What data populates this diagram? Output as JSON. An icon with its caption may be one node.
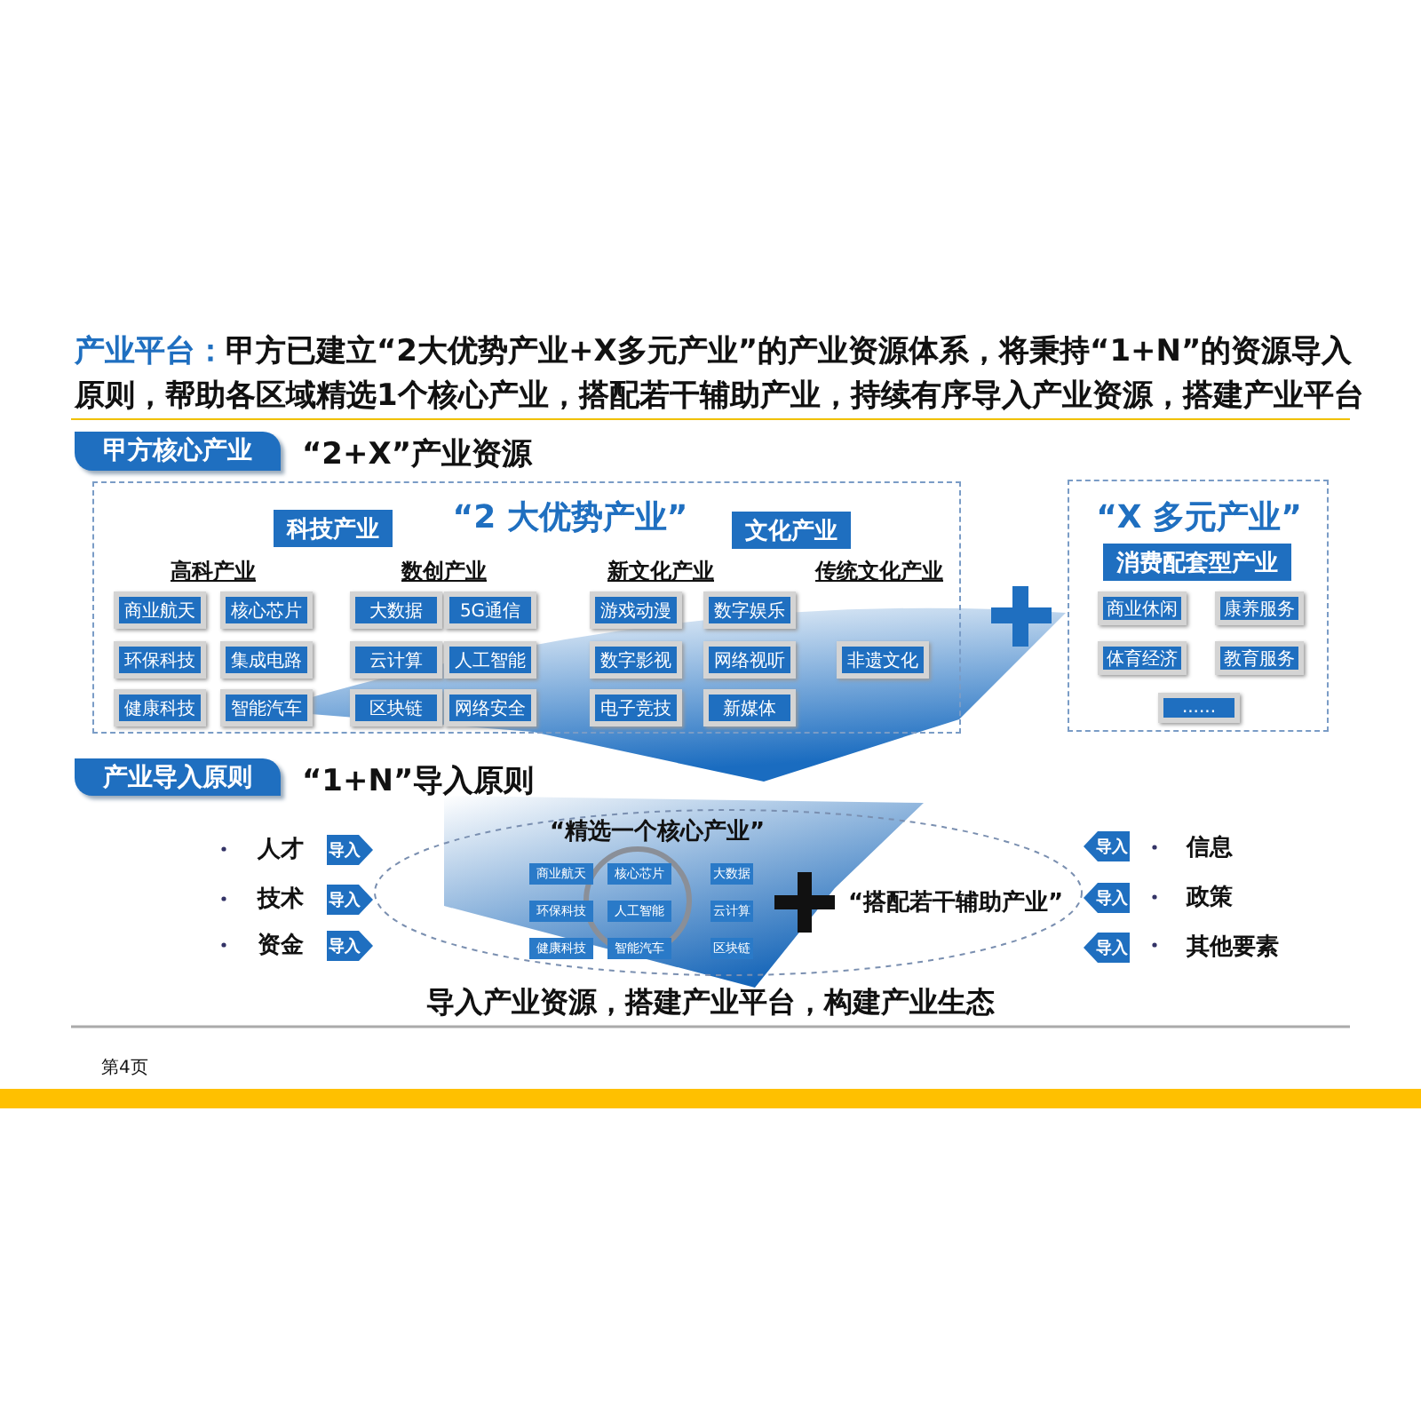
{
  "diagram": {
    "nodes": [
      {
        "text": [
          "甲方核心产业"
        ]
      },
      {
        "text": [
          "“2 大优势产业”"
        ]
      },
      {
        "text": [
          "科技产业"
        ],
        "in": 1
      },
      {
        "text": [
          "文化产业"
        ],
        "in": 1
      },
      {
        "text": [
          "商业航天"
        ],
        "in": 1
      },
      {
        "text": [
          "核心芯片"
        ],
        "in": 1
      },
      {
        "text": [
          "环保科技"
        ],
        "in": 1
      },
      {
        "text": [
          "集成电路"
        ],
        "in": 1
      },
      {
        "text": [
          "健康科技"
        ],
        "in": 1
      },
      {
        "text": [
          "智能汽车"
        ],
        "in": 1
      },
      {
        "text": [
          "大数据"
        ],
        "in": 1
      },
      {
        "text": [
          "5G通信"
        ],
        "in": 1
      },
      {
        "text": [
          "云计算"
        ],
        "in": 1
      },
      {
        "text": [
          "人工智能"
        ],
        "in": 1
      },
      {
        "text": [
          "区块链"
        ],
        "in": 1
      },
      {
        "text": [
          "网络安全"
        ],
        "in": 1
      },
      {
        "text": [
          "游戏动漫"
        ],
        "in": 1
      },
      {
        "text": [
          "数字娱乐"
        ],
        "in": 1
      },
      {
        "text": [
          "数字影视"
        ],
        "in": 1
      },
      {
        "text": [
          "网络视听"
        ],
        "in": 1
      },
      {
        "text": [
          "电子竞技"
        ],
        "in": 1
      },
      {
        "text": [
          "新媒体"
        ],
        "in": 1
      },
      {
        "text": [
          "非遗文化"
        ],
        "in": 1
      },
      {
        "text": [
          "“X 多元产业”"
        ]
      },
      {
        "text": [
          "消费配套型产业"
        ],
        "in": 23
      },
      {
        "text": [
          "商业休闲"
        ],
        "in": 23
      },
      {
        "text": [
          "康养服务"
        ],
        "in": 23
      },
      {
        "text": [
          "体育经济"
        ],
        "in": 23
      },
      {
        "text": [
          "教育服务"
        ],
        "in": 23
      },
      {
        "text": [
          "......"
        ],
        "in": 23
      },
      {
        "text": [
          "产业导入原则"
        ]
      },
      {
        "text": [
          "人才"
        ]
      },
      {
        "text": [
          "技术"
        ]
      },
      {
        "text": [
          "资金"
        ]
      },
      {
        "text": [
          "“精选一个核心产业”",
          "“搭配若干辅助产业”"
        ]
      },
      {
        "text": [
          "商业航天"
        ],
        "in": 34
      },
      {
        "text": [
          "核心芯片"
        ],
        "in": 34
      },
      {
        "text": [
          "大数据"
        ],
        "in": 34
      },
      {
        "text": [
          "环保科技"
        ],
        "in": 34
      },
      {
        "text": [
          "人工智能"
        ],
        "in": 34
      },
      {
        "text": [
          "云计算"
        ],
        "in": 34
      },
      {
        "text": [
          "健康科技"
        ],
        "in": 34
      },
      {
        "text": [
          "智能汽车"
        ],
        "in": 34
      },
      {
        "text": [
          "区块链"
        ],
        "in": 34
      },
      {
        "text": [
          "信息"
        ]
      },
      {
        "text": [
          "政策"
        ]
      },
      {
        "text": [
          "其他要素"
        ]
      }
    ],
    "edges": [
      {
        "from": 31,
        "to": 34,
        "arrow": "to",
        "label": "导入"
      },
      {
        "from": 32,
        "to": 34,
        "arrow": "to",
        "label": "导入"
      },
      {
        "from": 33,
        "to": 34,
        "arrow": "to",
        "label": "导入"
      },
      {
        "from": 44,
        "to": 34,
        "arrow": "to",
        "label": "导入"
      },
      {
        "from": 45,
        "to": 34,
        "arrow": "to",
        "label": "导入"
      },
      {
        "from": 46,
        "to": 34,
        "arrow": "to",
        "label": "导入"
      }
    ],
    "labels": [
      "产业平台：",
      "甲方已建立“2大优势产业+X多元产业”的产业资源体系，将秉持“1+N”的资源导入原则，帮助各区域精选1个核心产业，搭配若干辅助产业，持续有序导入产业资源，搭建产业平台",
      "“2+X”产业资源",
      "高科产业",
      "数创产业",
      "新文化产业",
      "传统文化产业",
      "“1+N”导入原则",
      "导入产业资源，搭建产业平台，构建产业生态",
      "第4页"
    ]
  }
}
